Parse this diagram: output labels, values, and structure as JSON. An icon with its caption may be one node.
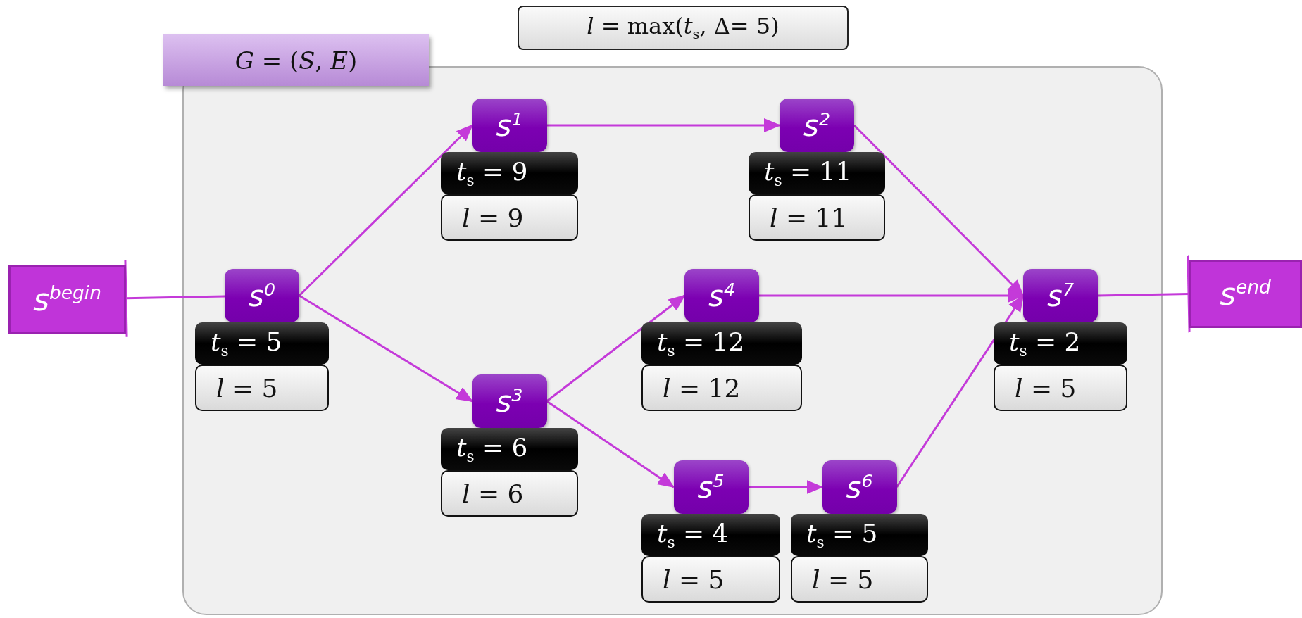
{
  "diagram": {
    "title": "*l* = max(*t*$_{s}$, Δ= 5)",
    "nodes": [
      {
        "text": [
          "*G* = (*S*, *E*)"
        ]
      },
      {
        "text": [
          "s$^{begin}$"
        ]
      },
      {
        "text": [
          "s$^{0}$",
          "*t*$_{s}$ = 5",
          "*l* = 5"
        ],
        "in": 0
      },
      {
        "text": [
          "s$^{1}$",
          "*t*$_{s}$ = 9",
          "*l* = 9"
        ],
        "in": 0
      },
      {
        "text": [
          "s$^{2}$",
          "*t*$_{s}$ = 11",
          "*l* = 11"
        ],
        "in": 0
      },
      {
        "text": [
          "s$^{3}$",
          "*t*$_{s}$ = 6",
          "*l* = 6"
        ],
        "in": 0
      },
      {
        "text": [
          "s$^{4}$",
          "*t*$_{s}$ = 12",
          "*l* = 12"
        ],
        "in": 0
      },
      {
        "text": [
          "s$^{5}$",
          "*t*$_{s}$ = 4",
          "*l* = 5"
        ],
        "in": 0
      },
      {
        "text": [
          "s$^{6}$",
          "*t*$_{s}$ = 5",
          "*l* = 5"
        ],
        "in": 0
      },
      {
        "text": [
          "s$^{7}$",
          "*t*$_{s}$ = 2",
          "*l* = 5"
        ],
        "in": 0
      },
      {
        "text": [
          "s$^{end}$"
        ]
      }
    ],
    "edges": [
      {
        "from": 2,
        "to": 1,
        "arrow": "other"
      },
      {
        "from": 2,
        "to": 3,
        "arrow": "to"
      },
      {
        "from": 2,
        "to": 5,
        "arrow": "to"
      },
      {
        "from": 3,
        "to": 4,
        "arrow": "to"
      },
      {
        "from": 4,
        "to": 9,
        "arrow": "to"
      },
      {
        "from": 5,
        "to": 6,
        "arrow": "to"
      },
      {
        "from": 5,
        "to": 7,
        "arrow": "to"
      },
      {
        "from": 6,
        "to": 9,
        "arrow": "to"
      },
      {
        "from": 7,
        "to": 8,
        "arrow": "to"
      },
      {
        "from": 8,
        "to": 9,
        "arrow": "to"
      },
      {
        "from": 9,
        "to": 10,
        "arrow": "other"
      }
    ]
  }
}
